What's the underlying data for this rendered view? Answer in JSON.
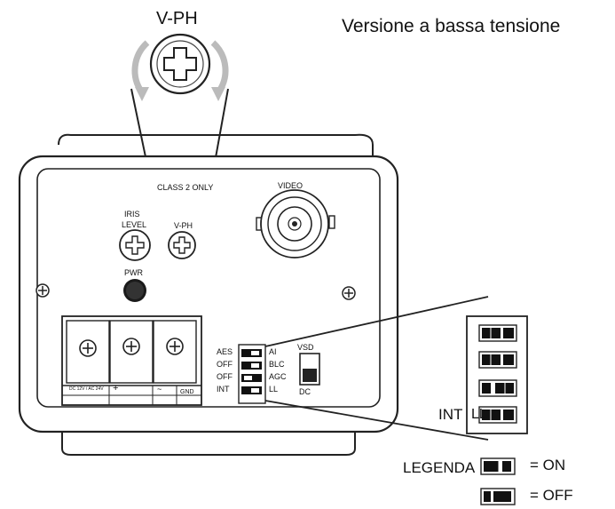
{
  "title": "Versione a bassa tensione",
  "knob_label": "V-PH",
  "panel": {
    "class2_label": "CLASS 2 ONLY",
    "video_label": "VIDEO",
    "iris_label_1": "IRIS",
    "iris_label_2": "LEVEL",
    "vph_label": "V-PH",
    "pwr_label": "PWR",
    "terminal_labels": [
      "DC 12V / AC 24V",
      "+",
      "~",
      "GND"
    ]
  },
  "dip_switch": {
    "left_labels": [
      "AES",
      "OFF",
      "OFF",
      "INT"
    ],
    "right_labels": [
      "AI",
      "BLC",
      "AGC",
      "LL"
    ],
    "vsd_label": "VSD",
    "dc_label": "DC"
  },
  "zoom": {
    "int_label": "INT",
    "ll_label": "LL",
    "states": [
      "on",
      "on",
      "off",
      "on"
    ]
  },
  "legend": {
    "title": "LEGENDA",
    "on_label": "= ON",
    "off_label": "= OFF"
  }
}
